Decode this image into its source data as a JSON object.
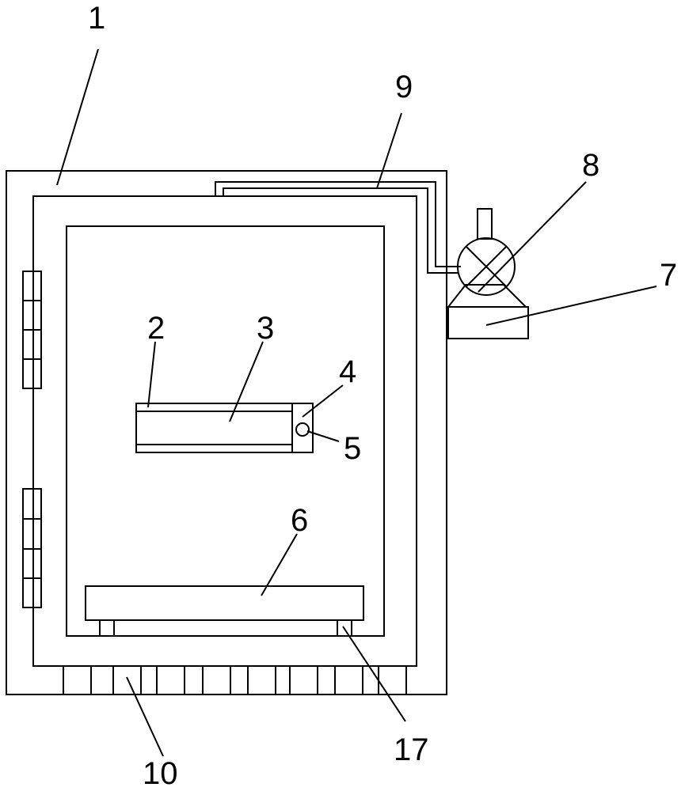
{
  "labels": {
    "l1": "1",
    "l2": "2",
    "l3": "3",
    "l4": "4",
    "l5": "5",
    "l6": "6",
    "l7": "7",
    "l8": "8",
    "l9": "9",
    "l10": "10",
    "l17": "17"
  },
  "colors": {
    "stroke": "#000000",
    "background": "#ffffff"
  }
}
